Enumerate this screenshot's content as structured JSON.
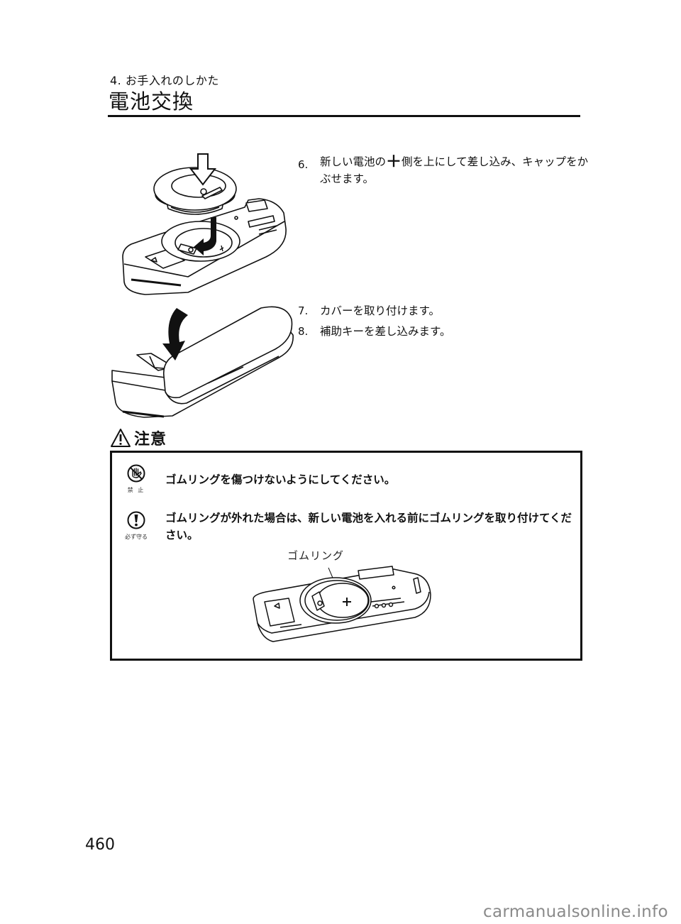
{
  "header": {
    "section_label": "4. お手入れのしかた",
    "page_title": "電池交換"
  },
  "steps": [
    {
      "number": "6.",
      "text_before": "新しい電池の",
      "symbol": "＋",
      "text_after": "側を上にして差し込み、キャップをかぶせます。"
    },
    {
      "number": "7.",
      "text": "カバーを取り付けます。"
    },
    {
      "number": "8.",
      "text": "補助キーを差し込みます。"
    }
  ],
  "figures": {
    "battery_insert": "battery-insert-illustration",
    "cover_attach": "cover-attach-illustration",
    "rubber_ring": "rubber-ring-illustration"
  },
  "caution": {
    "heading": "注意",
    "warnings": [
      {
        "icon": "prohibited-hand-icon",
        "icon_caption": "禁 止",
        "text": "ゴムリングを傷つけないようにしてください。"
      },
      {
        "icon": "mandatory-exclamation-icon",
        "icon_caption": "必ず守る",
        "text": "ゴムリングが外れた場合は、新しい電池を入れる前にゴムリングを取り付けてください。"
      }
    ],
    "figure_label": "ゴムリング"
  },
  "footer": {
    "page_number": "460",
    "watermark": "carmanualsonline.info"
  },
  "colors": {
    "text": "#111111",
    "watermark": "#8a8a8a",
    "background": "#ffffff"
  }
}
